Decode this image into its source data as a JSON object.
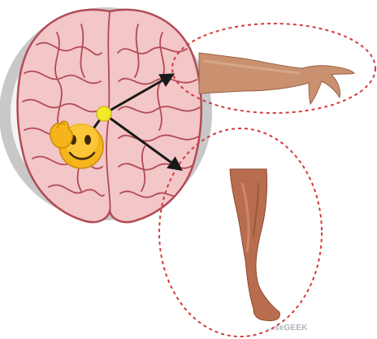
{
  "watermark": {
    "text": "...seGEEK"
  },
  "colors": {
    "callout_ellipse": "#d43a3a",
    "backdrop_circle": "#c8c8c8",
    "brain_fill": "#f3c6c8",
    "brain_stroke": "#b24a55",
    "arrow": "#1a1a1a",
    "center_dot": "#f4e82a",
    "skin_arm": "#c99170",
    "skin_leg": "#b86e4e",
    "smiley": "#f6b41c"
  },
  "icons": [
    "brain-illustration",
    "arm-photo",
    "leg-photo",
    "thumbs-up-smiley-icon",
    "center-dot"
  ]
}
